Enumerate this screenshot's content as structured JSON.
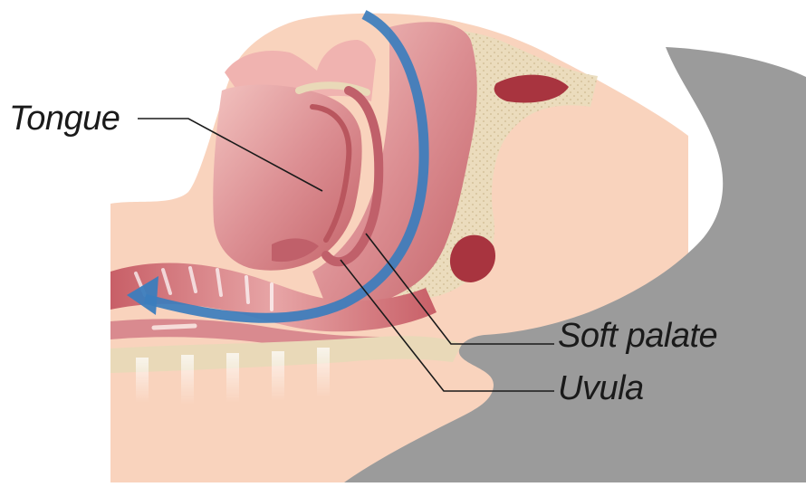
{
  "labels": {
    "tongue": "Tongue",
    "soft_palate": "Soft palate",
    "uvula": "Uvula"
  },
  "colors": {
    "skin": "#f9d3bd",
    "pillow": "#9b9b9b",
    "tissue": "#d98a8f",
    "tissue_dark": "#b9565e",
    "tissue_light": "#efb7b5",
    "bone": "#e9d9b8",
    "airflow_arrow": "#3b7dbd",
    "leader_line": "#1a1a1a"
  },
  "icons": {
    "airflow": "curved-airflow-arrow-icon"
  }
}
